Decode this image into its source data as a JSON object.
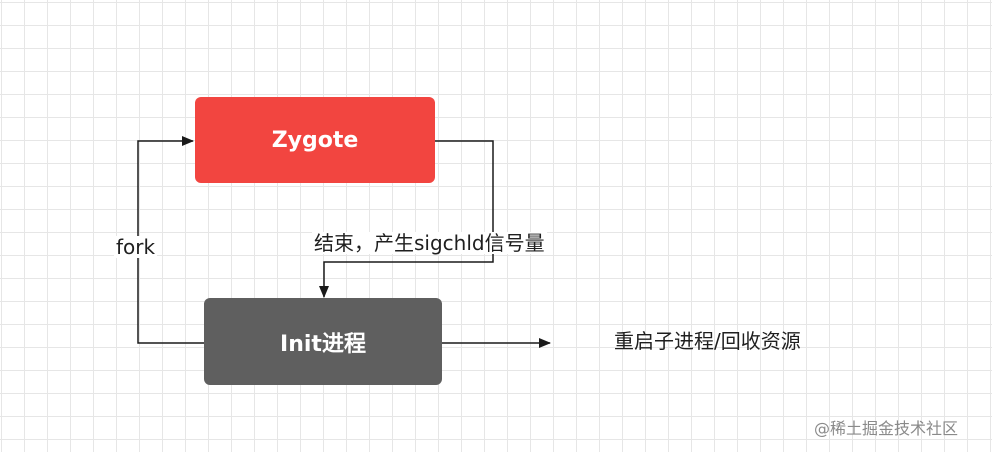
{
  "nodes": {
    "zygote": {
      "label": "Zygote",
      "color": "#f24540"
    },
    "init": {
      "label": "Init进程",
      "color": "#5f5f5f"
    }
  },
  "edges": {
    "fork_label": "fork",
    "exit_label": "结束，产生sigchld信号量",
    "restart_label": "重启子进程/回收资源"
  },
  "watermark": "@稀土掘金技术社区",
  "colors": {
    "line": "#1a1a1a",
    "grid": "#e6e6e6"
  }
}
